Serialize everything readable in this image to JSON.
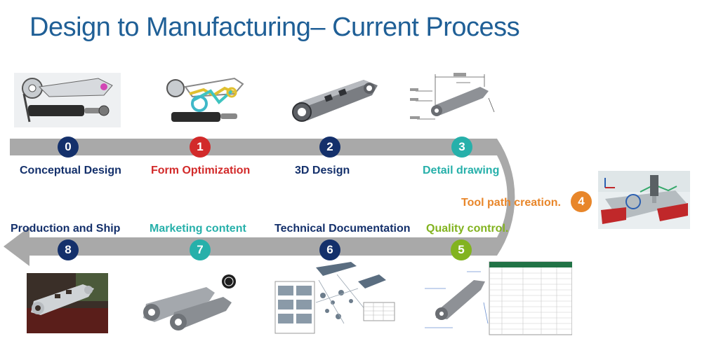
{
  "title": "Design to Manufacturing– Current Process",
  "colors": {
    "title": "#1f5f96",
    "track": "#a9a9a9",
    "navy": "#14306b",
    "red": "#d22a2a",
    "teal": "#27b0aa",
    "orange": "#e8862a",
    "green": "#82b31f"
  },
  "steps": [
    {
      "number": "0",
      "label": "Conceptual Design",
      "color": "#14306b"
    },
    {
      "number": "1",
      "label": "Form Optimization",
      "color": "#d22a2a"
    },
    {
      "number": "2",
      "label": "3D Design",
      "color": "#14306b"
    },
    {
      "number": "3",
      "label": "Detail drawing",
      "color": "#27b0aa"
    },
    {
      "number": "4",
      "label": "Tool path creation.",
      "color": "#e8862a"
    },
    {
      "number": "5",
      "label": "Quality control.",
      "color": "#82b31f"
    },
    {
      "number": "6",
      "label": "Technical Documentation",
      "color": "#14306b"
    },
    {
      "number": "7",
      "label": "Marketing content",
      "color": "#27b0aa"
    },
    {
      "number": "8",
      "label": "Production and Ship",
      "color": "#14306b"
    }
  ]
}
